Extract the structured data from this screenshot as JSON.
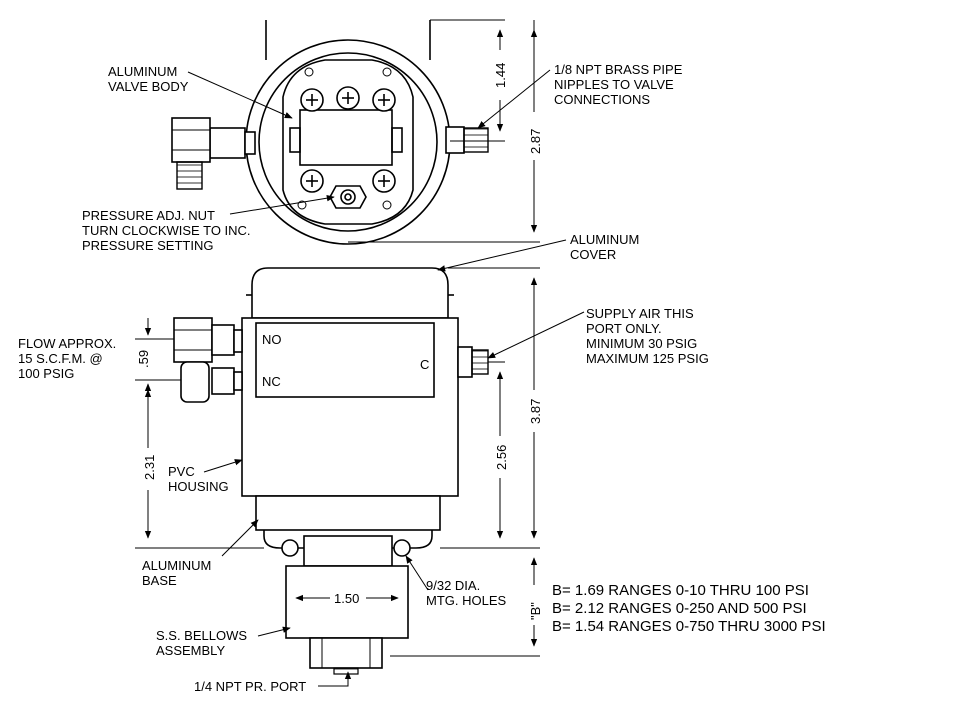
{
  "labels": {
    "valve_body": [
      "ALUMINUM",
      "VALVE BODY"
    ],
    "brass_nipples": [
      "1/8 NPT BRASS PIPE",
      "NIPPLES TO VALVE",
      "CONNECTIONS"
    ],
    "pressure_adj": [
      "PRESSURE ADJ. NUT",
      "TURN CLOCKWISE TO INC.",
      "PRESSURE SETTING"
    ],
    "cover": [
      "ALUMINUM",
      "COVER"
    ],
    "supply_air": [
      "SUPPLY AIR THIS",
      "PORT ONLY.",
      "MINIMUM 30 PSIG",
      "MAXIMUM 125 PSIG"
    ],
    "flow": [
      "FLOW APPROX.",
      "15 S.C.F.M. @",
      "100 PSIG"
    ],
    "pvc_housing": [
      "PVC",
      "HOUSING"
    ],
    "base": [
      "ALUMINUM",
      "BASE"
    ],
    "mtg_holes": [
      "9/32 DIA.",
      "MTG. HOLES"
    ],
    "bellows": [
      "S.S. BELLOWS",
      "ASSEMBLY"
    ],
    "pr_port": [
      "1/4 NPT PR. PORT"
    ]
  },
  "ports": {
    "no": "NO",
    "nc": "NC",
    "c": "C"
  },
  "dimensions": {
    "d144": "1.44",
    "d287": "2.87",
    "d059": ".59",
    "d231": "2.31",
    "d256": "2.56",
    "d387": "3.87",
    "d150": "1.50",
    "dB": "\"B\""
  },
  "notes": [
    "B= 1.69 RANGES 0-10 THRU 100 PSI",
    "B= 2.12 RANGES 0-250 AND 500 PSI",
    "B= 1.54 RANGES 0-750 THRU 3000 PSI"
  ]
}
